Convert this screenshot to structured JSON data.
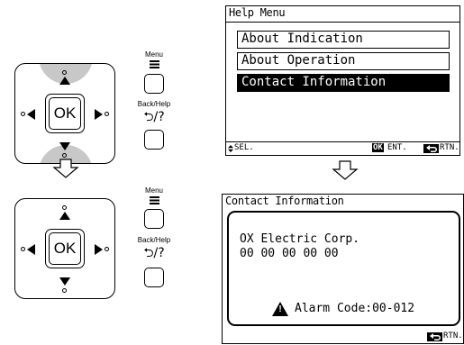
{
  "controller": {
    "ok_label": "OK",
    "menu_label": "Menu",
    "back_help_label": "Back/Help",
    "back_help_symbol": "⮌/?"
  },
  "screen1": {
    "title": "Help Menu",
    "items": [
      {
        "label": "About Indication",
        "selected": false
      },
      {
        "label": "About Operation",
        "selected": false
      },
      {
        "label": "Contact Information",
        "selected": true
      }
    ],
    "status": {
      "sel_icon": "up-down-icon",
      "sel_text": "SEL.",
      "ok_badge": "OK",
      "ent_text": "ENT.",
      "back_icon": "return-arrow-icon",
      "rtn_text": "RTN."
    }
  },
  "screen2": {
    "title": "Contact Information",
    "company": "OX Electric Corp.",
    "phone": "00 00 00 00 00",
    "alarm_icon": "warning-icon",
    "alarm_text": "Alarm Code:00-012",
    "status": {
      "back_icon": "return-arrow-icon",
      "rtn_text": "RTN."
    }
  }
}
